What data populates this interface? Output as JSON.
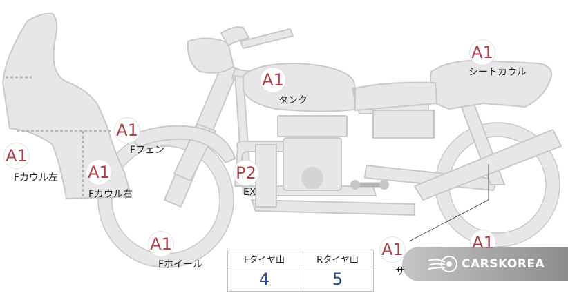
{
  "badges": {
    "seat_cowl": "A1",
    "tank": "A1",
    "f_fender": "A1",
    "f_cowl_left": "A1",
    "f_cowl_right": "A1",
    "exhaust": "P2",
    "f_wheel": "A1",
    "side": "A1",
    "r_wheel": "A1"
  },
  "labels": {
    "seat_cowl": "シートカウル",
    "tank": "タンク",
    "f_fender": "Fフェン",
    "f_cowl_left": "Fカウル左",
    "f_cowl_right": "Fカウル右",
    "exhaust": "EX",
    "f_wheel": "Fホイール",
    "side": "サ"
  },
  "tread_table": {
    "front_header": "Fタイヤ山",
    "rear_header": "Rタイヤ山",
    "front_value": "4",
    "rear_value": "5"
  },
  "watermark": {
    "text": "CARSKOREA",
    "icon": "flame-swoosh-logo"
  },
  "colors": {
    "part_fill": "#e6e7e6",
    "part_stroke": "#c9c9c9",
    "badge_text": "#b04048",
    "value_text": "#2b4a8c"
  }
}
